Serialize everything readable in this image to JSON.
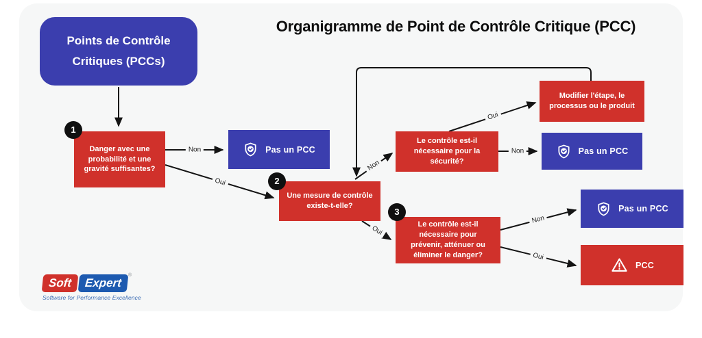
{
  "title": "Organigramme de Point de Contrôle Critique (PCC)",
  "colors": {
    "red": "#d0312b",
    "blue": "#3b3eae",
    "card_background": "#f6f7f7",
    "arrow": "#141414",
    "logo_red": "#d0312b",
    "logo_blue": "#1d5ab0"
  },
  "start_node": {
    "label": "Points de Contrôle Critiques (PCCs)"
  },
  "nodes": {
    "q1": {
      "step": "1",
      "label": "Danger avec une probabilité et une gravité suffisantes?"
    },
    "not_pcc_1": {
      "label": "Pas un PCC",
      "icon": "shield-check-icon"
    },
    "q2": {
      "step": "2",
      "label": "Une mesure de contrôle existe-t-elle?"
    },
    "q_security": {
      "label": "Le contrôle est-il nécessaire pour la sécurité?"
    },
    "modify": {
      "label": "Modifier l'étape, le processus ou le produit"
    },
    "not_pcc_2": {
      "label": "Pas un PCC",
      "icon": "shield-check-icon"
    },
    "q3": {
      "step": "3",
      "label": "Le contrôle est-il nécessaire pour prévenir, atténuer ou éliminer le danger?"
    },
    "not_pcc_3": {
      "label": "Pas un PCC",
      "icon": "shield-check-icon"
    },
    "pcc": {
      "label": "PCC",
      "icon": "warning-triangle-icon"
    }
  },
  "edges": {
    "q1_no": {
      "label": "Non"
    },
    "q1_yes": {
      "label": "Oui"
    },
    "q2_no": {
      "label": "Non"
    },
    "q2_yes": {
      "label": "Oui"
    },
    "security_yes": {
      "label": "Oui"
    },
    "security_no": {
      "label": "Non"
    },
    "q3_no": {
      "label": "Non"
    },
    "q3_yes": {
      "label": "Oui"
    }
  },
  "logo": {
    "soft": "Soft",
    "expert": "Expert",
    "registered": "®",
    "tagline": "Software for Performance Excellence"
  }
}
